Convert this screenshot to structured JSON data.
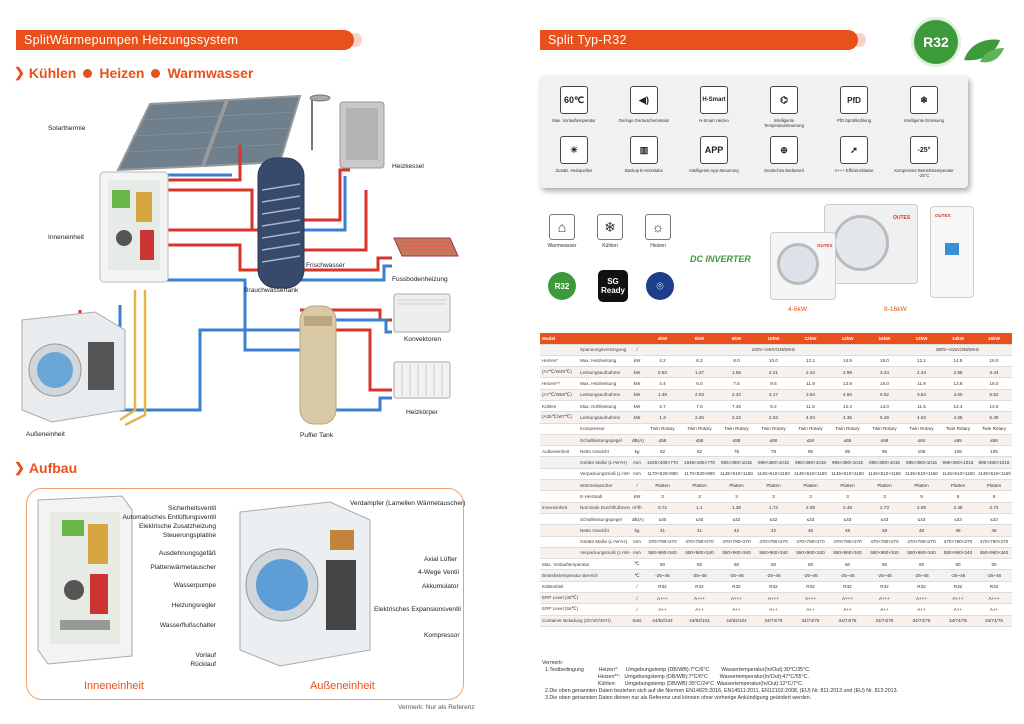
{
  "left": {
    "header": "SplitWärmepumpen  Heizungssystem",
    "modes": [
      "Kühlen",
      "Heizen",
      "Warmwasser"
    ],
    "system_labels": {
      "solar": "Solarthermie",
      "indoor": "Inneneinheit",
      "outdoor": "Außeneinheit",
      "boiler": "Heizkessel",
      "freshwater": "Frischwasser",
      "dhw_tank": "Brauchwassertank",
      "underfloor": "Fussbodenheizung",
      "convector": "Konvektoren",
      "radiator": "Heizkörper",
      "buffer": "Puffer Tank"
    },
    "structure_title": "Aufbau",
    "indoor_parts": [
      "Sicherheitsventil",
      "Automatisches Entlüftungsventil",
      "Elektrische Zusatzheizung",
      "Steuerungsplatine",
      "Ausdehnungsgefäß",
      "Plattenwärmetauscher",
      "Wasserpumpe",
      "Heizungsregler",
      "Wasserflußschalter",
      "Vorlauf",
      "Rücklauf"
    ],
    "outdoor_parts": [
      "Verdampfer (Lamellen Wärmetauscher)",
      "Axial Lüfter",
      "4-Wege Ventil",
      "Akkumulator",
      "Elektrisches Expansionsventil",
      "Kompressor"
    ],
    "indoor_unit_label": "Inneneinheit",
    "outdoor_unit_label": "Außeneinheit",
    "footnote": "Vermerk: Nur als Referenz"
  },
  "right": {
    "header": "Split Typ-R32",
    "badge": "R32",
    "features": [
      {
        "icon": "60℃",
        "label": "Max. Vorlauftemperatur"
      },
      {
        "icon": "◀)",
        "label": "Geringe Geräuschemission"
      },
      {
        "icon": "H-Smart",
        "label": "H-Smart Heizen"
      },
      {
        "icon": "⌬",
        "label": "Intelligente Temperatursteuerung"
      },
      {
        "icon": "PfD",
        "label": "PfD Sprühkühlung"
      },
      {
        "icon": "❄",
        "label": "Intelligente Enteisung"
      },
      {
        "icon": "☀",
        "label": "Zusätz. Heizquellen"
      },
      {
        "icon": "▥",
        "label": "Backup E-Heizstabe"
      },
      {
        "icon": "APP",
        "label": "Intelligente App-Steuerung"
      },
      {
        "icon": "⊕",
        "label": "Deutsches Bedienteil"
      },
      {
        "icon": "➚",
        "label": "A+++ Effizienzklasse"
      },
      {
        "icon": "-25°",
        "label": "Kompressor Betriebstemperatur -25°C"
      }
    ],
    "modes": [
      {
        "icon": "⌂",
        "label": "Warmwasser"
      },
      {
        "icon": "❄",
        "label": "Kühlen"
      },
      {
        "icon": "☼",
        "label": "Heizen"
      }
    ],
    "inverter_logo": "DC INVERTER",
    "cert_badges": [
      "R32",
      "SG Ready",
      "⌾"
    ],
    "unit_brand": "OUTES",
    "unit_captions": [
      "4-6kW",
      "8-16kW"
    ],
    "table": {
      "header": [
        "Model",
        "",
        "",
        "4kW",
        "6kW",
        "8kW",
        "10kW",
        "12kW",
        "14kW",
        "16kW",
        "12kW",
        "14kW",
        "16kW"
      ],
      "rows": [
        [
          "",
          "Spannungsversorgung",
          "/",
          "220V~240V/1N/50Hz",
          "",
          "",
          "",
          "",
          "",
          "",
          "380V~415V/3N/50Hz",
          "",
          ""
        ],
        [
          "Heizen*",
          "Max. Heizleistung",
          "kW",
          "4.2",
          "6.2",
          "8.0",
          "10.0",
          "12.1",
          "14.5",
          "16.0",
          "12.1",
          "14.5",
          "16.0"
        ],
        [
          "(A7℃/W35℃)",
          "Leistungsaufnahme",
          "kW",
          "0.83",
          "1.27",
          "1.65",
          "2.21",
          "2.44",
          "2.99",
          "3.44",
          "2.44",
          "2.99",
          "3.44"
        ],
        [
          "Heizen**",
          "Max. Heizleistung",
          "kW",
          "4.4",
          "6.0",
          "7.5",
          "9.5",
          "11.9",
          "13.8",
          "16.0",
          "11.9",
          "13.8",
          "16.0"
        ],
        [
          "(A7℃/W55℃)",
          "Leistungsaufnahme",
          "kW",
          "1.49",
          "2.03",
          "2.42",
          "3.17",
          "3.84",
          "4.60",
          "5.52",
          "3.84",
          "4.60",
          "5.52"
        ],
        [
          "Kühlen",
          "Max. Kühlleistung",
          "kW",
          "4.7",
          "7.0",
          "7.45",
          "9.2",
          "11.5",
          "12.4",
          "14.0",
          "11.5",
          "12.4",
          "14.0"
        ],
        [
          "(A35℃/W7℃)",
          "Leistungsaufnahme",
          "kW",
          "1.3",
          "2.25",
          "2.22",
          "2.52",
          "4.04",
          "4.35",
          "5.49",
          "4.04",
          "4.35",
          "5.49"
        ],
        [
          "",
          "Kompressor",
          "",
          "Twin Rotary",
          "Twin Rotary",
          "Twin Rotary",
          "Twin Rotary",
          "Twin Rotary",
          "Twin Rotary",
          "Twin Rotary",
          "Twin Rotary",
          "Twin Rotary",
          "Twin Rotary"
        ],
        [
          "",
          "Schallleistungspegel",
          "dB(A)",
          "≤56",
          "≤58",
          "≤58",
          "≤60",
          "≤64",
          "≤65",
          "≤68",
          "≤64",
          "≤65",
          "≤68"
        ],
        [
          "Außeneinheit",
          "Netto Gewicht",
          "kg",
          "62",
          "62",
          "78",
          "78",
          "95",
          "95",
          "95",
          "106",
          "105",
          "105"
        ],
        [
          "",
          "Geräte Maße (L×W×H)",
          "mm",
          "1045×405×770",
          "1045×405×770",
          "995×390×1015",
          "995×390×1015",
          "995×390×1015",
          "995×390×1015",
          "995×390×1015",
          "995×390×1015",
          "995×390×1015",
          "995×390×1015"
        ],
        [
          "",
          "Verpackungsmaß (L×W×H)",
          "mm",
          "1170×520×890",
          "1170×520×890",
          "1145×510×1160",
          "1145×510×1160",
          "1145×510×1160",
          "1145×510×1160",
          "1145×510×1160",
          "1145×510×1160",
          "1145×510×1160",
          "1145×510×1160"
        ],
        [
          "",
          "Wärmetauscher",
          "/",
          "Platten",
          "Platten",
          "Platten",
          "Platten",
          "Platten",
          "Platten",
          "Platten",
          "Platten",
          "Platten",
          "Platten"
        ],
        [
          "",
          "E-Heizstab",
          "kW",
          "3",
          "3",
          "3",
          "3",
          "3",
          "3",
          "3",
          "9",
          "9",
          "9"
        ],
        [
          "Inneneinheit",
          "Nominale Durchflußmenge",
          "m³/h",
          "0.72",
          "1.1",
          "1.38",
          "1.72",
          "2.08",
          "2.49",
          "2.73",
          "2.08",
          "2.49",
          "2.73"
        ],
        [
          "",
          "Schallleistungspegel",
          "dB(A)",
          "≤40",
          "≤40",
          "≤42",
          "≤42",
          "≤43",
          "≤43",
          "≤43",
          "≤43",
          "≤43",
          "≤43"
        ],
        [
          "",
          "Netto Gewicht",
          "kg",
          "41",
          "41",
          "42",
          "42",
          "46",
          "48",
          "48",
          "48",
          "48",
          "48"
        ],
        [
          "",
          "Geräte Maße (L×W×H)",
          "mm",
          "470×780×270",
          "470×780×270",
          "470×780×270",
          "470×780×270",
          "470×780×270",
          "470×780×270",
          "470×780×270",
          "470×780×270",
          "470×780×270",
          "470×780×270"
        ],
        [
          "",
          "Verpackungsmaß (L×W×H)",
          "mm",
          "550×960×340",
          "550×960×340",
          "550×960×340",
          "550×960×340",
          "550×960×340",
          "550×960×340",
          "550×960×340",
          "550×960×340",
          "550×960×340",
          "550×960×340"
        ],
        [
          "Max. Vorlauftemperatur",
          "",
          "℃",
          "60",
          "60",
          "60",
          "60",
          "60",
          "60",
          "60",
          "60",
          "60",
          "60"
        ],
        [
          "Betriebstemperatur Bereich",
          "",
          "℃",
          "-25~46",
          "-25~46",
          "-25~46",
          "-25~46",
          "-25~46",
          "-25~46",
          "-25~46",
          "-25~46",
          "-25~46",
          "-25~46"
        ],
        [
          "Kältemittel",
          "",
          "/",
          "R32",
          "R32",
          "R32",
          "R32",
          "R32",
          "R32",
          "R32",
          "R32",
          "R32",
          "R32"
        ],
        [
          "ERP Level (35℃)",
          "",
          "/",
          "A+++",
          "A+++",
          "A+++",
          "A+++",
          "A+++",
          "A+++",
          "A+++",
          "A+++",
          "A+++",
          "A+++"
        ],
        [
          "ERP Level (55℃)",
          "",
          "/",
          "A++",
          "A++",
          "A++",
          "A++",
          "A++",
          "A++",
          "A++",
          "A++",
          "A++",
          "A++"
        ],
        [
          "Container Beladung  (20'/40'/40'H)",
          "",
          "Sets",
          "44/92/104",
          "44/92/104",
          "44/92/104",
          "34/74/75",
          "34/74/75",
          "34/74/75",
          "34/74/75",
          "34/74/75",
          "34/74/75",
          "34/74/75"
        ]
      ]
    },
    "footnotes": "Vermerk:\n  1.Testbedingung          Heizen*:     Umgebungstemp (DB/WB):7°C/6°C        Wassertemperatur(In/Out):30°C/35°C.\n                                      Heizen**:   Umgebungstemp (DB/WB):7°C/6°C        Wassertemperatur(In/Out):47°C/55°C.\n                                      Kühlen:      Umgebungstemp (DB/WB):35°C/24°C  Wassertemperatur(In/Out):12°C/7°C.\n  2.Die oben genannten Daten beziehen sich auf die Normen EN14825:2016, EN14511:2011, EN12102:2008, (EU) Nr. 811:2013 und (EU) Nr. 813:2013.\n  3.Die oben genannten Daten dienen nur als Referenz und können ohne vorherige Ankündigung geändert werden."
  },
  "colors": {
    "accent": "#e8501c",
    "hot_pipe": "#d9342b",
    "cold_pipe": "#3a7fd0",
    "green": "#3c9a3a"
  }
}
